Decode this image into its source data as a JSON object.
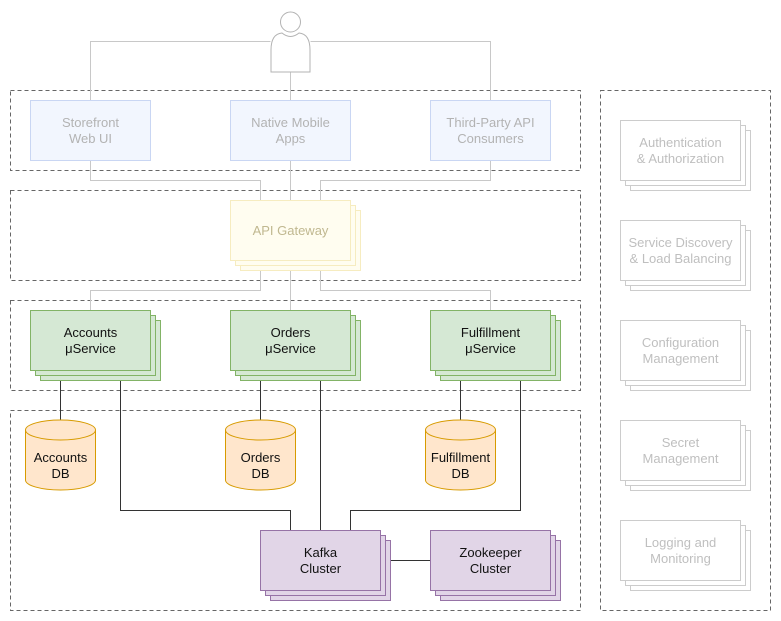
{
  "colors": {
    "client_fill": "#f2f6fe",
    "client_stroke": "#c9d6f3",
    "gateway_fill": "#fffdf0",
    "gateway_stroke": "#f6ecc0",
    "service_fill": "#d5e8d4",
    "service_stroke": "#82b366",
    "db_fill": "#ffe6cc",
    "db_stroke": "#d79b00",
    "kafka_fill": "#e1d5e7",
    "kafka_stroke": "#9673a6",
    "side_fill": "#ffffff",
    "side_stroke": "#cccccc",
    "connector": "#333333",
    "connector_faded": "#c8c8c8",
    "group_border": "#666666"
  },
  "user": {
    "icon": "user-icon"
  },
  "clients": [
    {
      "line1": "Storefront",
      "line2": "Web UI"
    },
    {
      "line1": "Native Mobile",
      "line2": "Apps"
    },
    {
      "line1": "Third-Party API",
      "line2": "Consumers"
    }
  ],
  "gateway": {
    "label": "API Gateway"
  },
  "services": [
    {
      "line1": "Accounts",
      "line2": "μService"
    },
    {
      "line1": "Orders",
      "line2": "μService"
    },
    {
      "line1": "Fulfillment",
      "line2": "μService"
    }
  ],
  "databases": [
    {
      "line1": "Accounts",
      "line2": "DB"
    },
    {
      "line1": "Orders",
      "line2": "DB"
    },
    {
      "line1": "Fulfillment",
      "line2": "DB"
    }
  ],
  "kafka": {
    "line1": "Kafka",
    "line2": "Cluster"
  },
  "zookeeper": {
    "line1": "Zookeeper",
    "line2": "Cluster"
  },
  "platform": [
    {
      "line1": "Authentication",
      "line2": "& Authorization"
    },
    {
      "line1": "Service Discovery",
      "line2": "& Load Balancing"
    },
    {
      "line1": "Configuration",
      "line2": "Management"
    },
    {
      "line1": "Secret",
      "line2": "Management"
    },
    {
      "line1": "Logging and",
      "line2": "Monitoring"
    }
  ]
}
